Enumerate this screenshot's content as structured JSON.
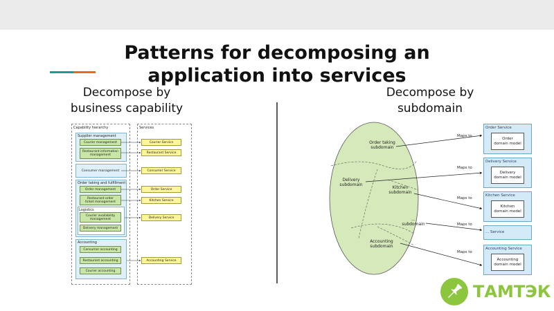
{
  "slide": {
    "title_line1": "Patterns for decomposing an",
    "title_line2": "application into services"
  },
  "left_column": {
    "heading_line1": "Decompose by",
    "heading_line2": "business capability",
    "hierarchy_title": "Capability hierarchy",
    "services_title": "Services",
    "groups": {
      "supplier": "Supplier management",
      "order_taking": "Order taking and fulfillment",
      "logistics": "Logistics",
      "accounting": "Accounting"
    },
    "capabilities": {
      "courier_management": "Courier management",
      "restaurant_info_1": "Restaurant information",
      "restaurant_info_2": "management",
      "consumer_management": "Consumer management",
      "order_management": "Order management",
      "restaurant_ticket_1": "Restaurant order",
      "restaurant_ticket_2": "ticket management",
      "courier_availability_1": "Courier availability",
      "courier_availability_2": "management",
      "delivery_management": "Delivery management",
      "consumer_accounting": "Consumer accounting",
      "restaurant_accounting": "Restaurant accounting",
      "courier_accounting": "Courier accounting"
    },
    "services": {
      "courier": "Courier Service",
      "restaurant": "Restaurant Service",
      "consumer": "Consumer Service",
      "order": "Order Service",
      "kitchen": "Kitchen Service",
      "delivery": "Delivery Service",
      "accounting": "Accounting Service"
    }
  },
  "right_column": {
    "heading_line1": "Decompose by",
    "heading_line2": "subdomain",
    "subdomains": {
      "order_taking_1": "Order taking",
      "order_taking_2": "subdomain",
      "delivery_1": "Delivery",
      "delivery_2": "subdomain",
      "kitchen_1": "Kitchen",
      "kitchen_2": "subdomain",
      "other_1": "...",
      "other_2": "subdomain",
      "accounting_1": "Accounting",
      "accounting_2": "subdomain"
    },
    "maps_to": "Maps to",
    "services": {
      "order_title": "Order Service",
      "order_model_1": "Order",
      "order_model_2": "domain model",
      "delivery_title": "Delivery Service",
      "delivery_model_1": "Delivery",
      "delivery_model_2": "domain model",
      "kitchen_title": "Kitchen Service",
      "kitchen_model_1": "Kitchen",
      "kitchen_model_2": "domain model",
      "other_title": "... Service",
      "accounting_title": "Accounting Service",
      "accounting_model_1": "Accounting",
      "accounting_model_2": "domain model"
    }
  },
  "logo": {
    "text": "ТАМТЭК",
    "icon": "pushpin-icon",
    "color": "#8cc63f"
  }
}
